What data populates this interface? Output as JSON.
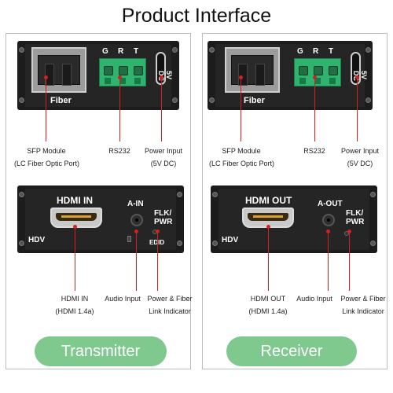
{
  "title": "Product Interface",
  "transmitter": {
    "label": "Transmitter",
    "top_silk": {
      "fiber": "Fiber",
      "g": "G",
      "r": "R",
      "t": "T",
      "power": "5V DC"
    },
    "top_callouts": {
      "sfp_line1": "SFP Module",
      "sfp_line2": "(LC Fiber Optic Port)",
      "rs232": "RS232",
      "power_line1": "Power Input",
      "power_line2": "(5V DC)"
    },
    "bottom_silk": {
      "hdmi": "HDMI IN",
      "audio": "A-IN",
      "flk": "FLK/",
      "pwr": "PWR",
      "brand": "HDV",
      "edid": "EDID"
    },
    "bottom_callouts": {
      "hdmi_line1": "HDMI IN",
      "hdmi_line2": "(HDMI 1.4a)",
      "audio": "Audio Input",
      "led_line1": "Power & Fiber",
      "led_line2": "Link Indicator"
    }
  },
  "receiver": {
    "label": "Receiver",
    "top_silk": {
      "fiber": "Fiber",
      "g": "G",
      "r": "R",
      "t": "T",
      "power": "5V DC"
    },
    "top_callouts": {
      "sfp_line1": "SFP Module",
      "sfp_line2": "(LC Fiber Optic Port)",
      "rs232": "RS232",
      "power_line1": "Power Input",
      "power_line2": "(5V DC)"
    },
    "bottom_silk": {
      "hdmi": "HDMI OUT",
      "audio": "A-OUT",
      "flk": "FLK/",
      "pwr": "PWR",
      "brand": "HDV"
    },
    "bottom_callouts": {
      "hdmi_line1": "HDMI OUT",
      "hdmi_line2": "(HDMI 1.4a)",
      "audio": "Audio Input",
      "led_line1": "Power & Fiber",
      "led_line2": "Link Indicator"
    }
  },
  "colors": {
    "panel": "#1c1c1c",
    "callout": "#d42020",
    "pill": "#7fc98f",
    "terminal": "#2fb36f"
  }
}
